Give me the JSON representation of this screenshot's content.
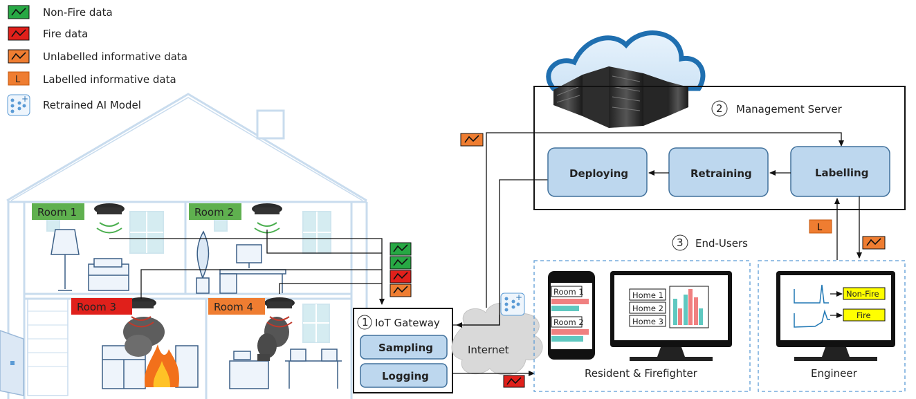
{
  "legend": {
    "items": [
      {
        "label": "Non-Fire data",
        "color": "#27a844",
        "icon": "green-data-icon"
      },
      {
        "label": "Fire data",
        "color": "#e0201b",
        "icon": "red-data-icon"
      },
      {
        "label": "Unlabelled informative data",
        "color": "#ef7d31",
        "icon": "orange-data-icon"
      },
      {
        "label": "Labelled informative data",
        "color": "#ef7d31",
        "icon": "label-l-icon",
        "glyph": "L"
      },
      {
        "label": "Retrained AI Model",
        "color": "#5b9bd5",
        "icon": "ai-model-icon"
      }
    ]
  },
  "house": {
    "rooms": [
      {
        "label": "Room 1",
        "color": "#5fb04f"
      },
      {
        "label": "Room 2",
        "color": "#5fb04f"
      },
      {
        "label": "Room 3",
        "color": "#e0201b"
      },
      {
        "label": "Room 4",
        "color": "#ef7d31"
      }
    ]
  },
  "gateway": {
    "number": "1",
    "title": "IoT Gateway",
    "sampling": "Sampling",
    "logging": "Logging"
  },
  "internet": {
    "label": "Internet"
  },
  "server": {
    "number": "2",
    "title": "Management Server",
    "deploying": "Deploying",
    "retraining": "Retraining",
    "labelling": "Labelling"
  },
  "endusers": {
    "number": "3",
    "title": "End-Users",
    "resident_caption": "Resident & Firefighter",
    "engineer_caption": "Engineer",
    "phone_rooms": [
      "Room 1",
      "Room 2"
    ],
    "monitor_homes": [
      "Home 1",
      "Home 2",
      "Home 3"
    ],
    "engineer_outputs": [
      "Non-Fire",
      "Fire"
    ],
    "label_glyph": "L"
  },
  "colors": {
    "box_fill": "#bdd7ee",
    "box_stroke": "#41719c",
    "house_line": "#c9dcee",
    "dash": "#5b9bd5"
  }
}
